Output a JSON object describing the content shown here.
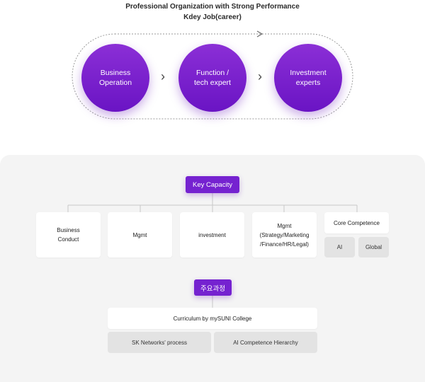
{
  "header": {
    "title": "Professional Organization with Strong Performance",
    "subtitle": "Kdey Job(career)"
  },
  "career_path": [
    {
      "label": "Business\nOperation"
    },
    {
      "label": "Function /\ntech expert"
    },
    {
      "label": "Investment\nexperts"
    }
  ],
  "arrow_glyph": "›",
  "key_capacity": {
    "label": "Key Capacity",
    "items": [
      {
        "label": "Business\nConduct"
      },
      {
        "label": "Mgmt"
      },
      {
        "label": "investment"
      },
      {
        "label": "Mgmt\n(Strategy/Marketing\n/Finance/HR/Legal)"
      }
    ],
    "core": {
      "label": "Core Competence",
      "sub": [
        "AI",
        "Global"
      ]
    }
  },
  "courses": {
    "label": "주요과정",
    "main": "Curriculum by mySUNI College",
    "sub": [
      "SK Networks' process",
      "AI Competence Hierarchy"
    ]
  },
  "colors": {
    "accent": "#7522d0",
    "panel": "#f4f4f4",
    "chip": "#e3e3e3"
  }
}
